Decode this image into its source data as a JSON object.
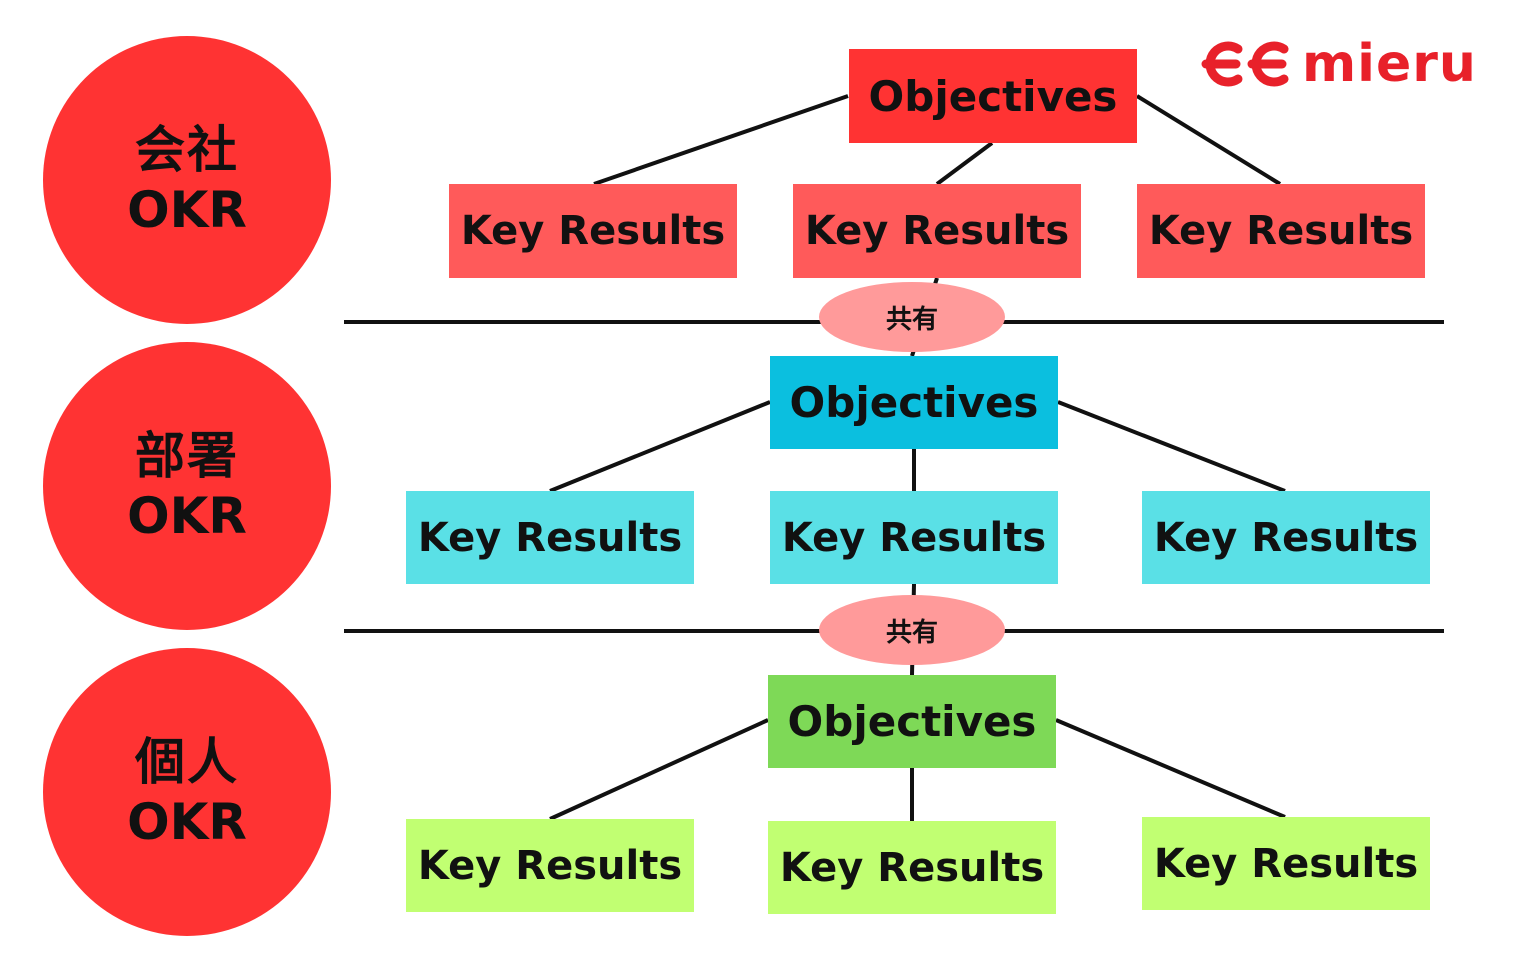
{
  "brand": {
    "logo_text": "mieru",
    "color": "#e8212a"
  },
  "levels": [
    {
      "label_jp": "会社",
      "label_en": "OKR",
      "objective": "Objectives",
      "key_results": [
        "Key Results",
        "Key Results",
        "Key Results"
      ],
      "objective_color": "#ff3333",
      "kr_color": "#ff5a5a"
    },
    {
      "label_jp": "部署",
      "label_en": "OKR",
      "objective": "Objectives",
      "key_results": [
        "Key Results",
        "Key Results",
        "Key Results"
      ],
      "objective_color": "#0bbfdf",
      "kr_color": "#5ae0e6"
    },
    {
      "label_jp": "個人",
      "label_en": "OKR",
      "objective": "Objectives",
      "key_results": [
        "Key Results",
        "Key Results",
        "Key Results"
      ],
      "objective_color": "#7ed957",
      "kr_color": "#c1ff72"
    }
  ],
  "share_labels": [
    "共有",
    "共有"
  ],
  "circle_color": "#ff3333",
  "share_color": "#ff9a9a"
}
